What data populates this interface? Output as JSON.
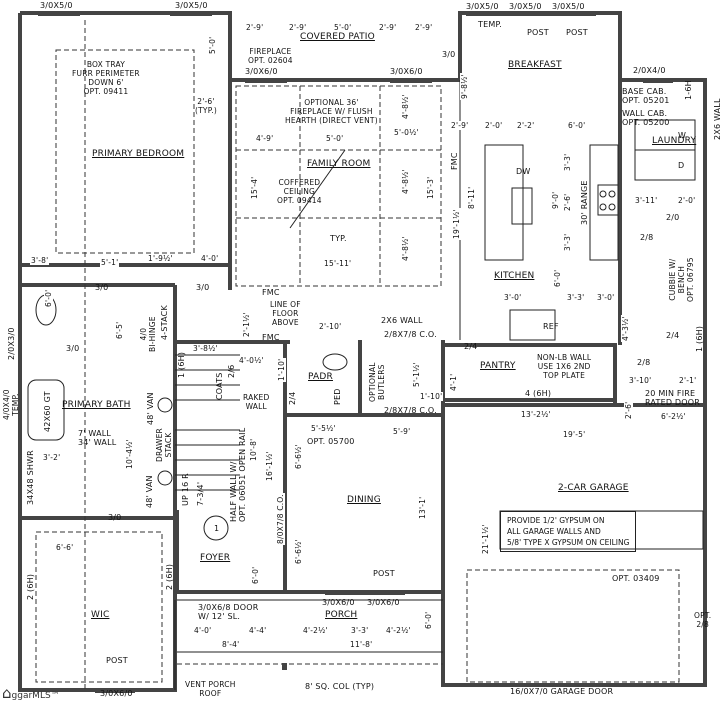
{
  "rooms": {
    "primary_bedroom": "PRIMARY BEDROOM",
    "covered_patio": "COVERED PATIO",
    "family_room": "FAMILY ROOM",
    "breakfast": "BREAKFAST",
    "kitchen": "KITCHEN",
    "laundry": "LAUNDRY",
    "primary_bath": "PRIMARY BATH",
    "padr": "PADR",
    "pantry": "PANTRY",
    "dining": "DINING",
    "garage": "2-CAR GARAGE",
    "foyer": "FOYER",
    "porch": "PORCH",
    "wic": "WIC"
  },
  "notes": {
    "box_tray": [
      "BOX TRAY",
      "FURR PERIMETER",
      "DOWN 6'",
      "OPT. 09411"
    ],
    "typ_26": [
      "2'-6'",
      "(TYP.)"
    ],
    "fireplace": [
      "FIREPLACE",
      "OPT. 02604"
    ],
    "optional_fireplace": [
      "OPTIONAL 36'",
      "FIREPLACE W/ FLUSH",
      "HEARTH (DIRECT VENT)"
    ],
    "coffered": [
      "COFFERED",
      "CEILING",
      "OPT. 09414"
    ],
    "typ": "TYP.",
    "temp": "TEMP.",
    "post_1": "POST",
    "post_2": "POST",
    "base_cab": [
      "BASE CAB.",
      "OPT. 05201"
    ],
    "wall_cab": [
      "WALL CAB.",
      "OPT. 05200"
    ],
    "washer": "W",
    "dryer": "D",
    "dw": "DW",
    "range": "30' RANGE",
    "ref": "REF",
    "cubbie": [
      "CUBBIE W/",
      "BENCH",
      "OPT. 06795"
    ],
    "wall_2x6_right": "2X6 WALL",
    "line_floor_above": [
      "LINE OF",
      "FLOOR",
      "ABOVE"
    ],
    "fmc_1": "FMC",
    "fmc_2": "FMC",
    "fmc_3": "FMC",
    "wall_2x6": "2X6 WALL",
    "co_1": "2/8X7/8 C.O.",
    "co_2": "2/8X7/8 C.O.",
    "ped": "PED",
    "butlers": [
      "OPTIONAL",
      "BUTLERS"
    ],
    "non_lb": [
      "NON-LB WALL",
      "USE 1X6 2ND",
      "TOP PLATE"
    ],
    "pantry_shelf": "4 (6H)",
    "fire_door": [
      "20 MIN FIRE",
      "RATED DOOR"
    ],
    "opt_05700": "OPT. 05700",
    "raked_wall": [
      "RAKED",
      "WALL"
    ],
    "coats": "COATS",
    "half_wall": [
      "HALF WALL W/",
      "OPT. 06051 OPEN RAIL"
    ],
    "up_stairs": "UP 16 R",
    "stair_rise": "7-3/4'",
    "wall_7_34": [
      "7' WALL",
      "34' WALL"
    ],
    "tub": "42X60 GT",
    "shower": "34X48 SHWR",
    "van_1": "48' VAN",
    "van_2": "48' VAN",
    "drawer_stack": [
      "DRAWER",
      "STACK"
    ],
    "bi_hinge": [
      "4/0",
      "BI-HINGE"
    ],
    "stack_4": "4-STACK",
    "gypsum": [
      "PROVIDE 1/2' GYPSUM ON",
      "ALL GARAGE WALLS AND",
      "5/8' TYPE X GYPSUM ON CEILING"
    ],
    "post_foyer": "POST",
    "opt_03409": "OPT. 03409",
    "opt_28": [
      "OPT.",
      "2/8"
    ],
    "front_door": [
      "3/0X6/8 DOOR",
      "W/ 12' SL."
    ],
    "post_wic": "POST",
    "vent_porch": [
      "VENT PORCH",
      "ROOF"
    ],
    "col": "8' SQ. COL (TYP)",
    "garage_door": "16/0X7/0 GARAGE DOOR",
    "shelf_wic_1": "2 (6H)",
    "shelf_wic_2": "2 (6H)",
    "shelf_cubbie": "1 (6H)",
    "shelf_laundry": "1-6H",
    "shelf_stairs": "1 (6H)",
    "temp_window": [
      "4/0X4/0",
      "TEMP."
    ],
    "section_marker": "1"
  },
  "openings": {
    "w_bed_1": "3/0X5/0",
    "w_bed_2": "3/0X5/0",
    "w_bk_1": "3/0X5/0",
    "w_bk_2": "3/0X5/0",
    "w_bk_3": "3/0X5/0",
    "w_fam_1": "3/0X6/0",
    "w_fam_2": "3/0X6/0",
    "w_laundry": "2/0X4/0",
    "w_bath": "2/0X3/0",
    "w_dining_1": "3/0X6/0",
    "w_dining_2": "3/0X6/0",
    "w_wic": "3/0X6/0",
    "d_patio": "3/0",
    "d_bed": "3/0",
    "d_bath": "3/0",
    "d_wc": "3/0",
    "d_wic": "3/0",
    "d_pantry": "2/4",
    "d_padr": "2/4",
    "d_coats": "2/6",
    "d_cubbie": "2/4",
    "d_garage": "2/8",
    "d_laundry": "2/8",
    "d_closet": "2/0"
  },
  "dimensions": [
    "2'-9'",
    "2'-9'",
    "5'-0'",
    "2'-9'",
    "2'-9'",
    "5'-0'",
    "4'-9'",
    "5'-0'",
    "5'-0½'",
    "15'-4'",
    "15'-11'",
    "15'-3'",
    "4'-8½'",
    "4'-8½'",
    "4'-8½'",
    "3'-8'",
    "5'-1'",
    "1'-9½'",
    "4'-0'",
    "2'-9'",
    "2'-0'",
    "2'-2'",
    "6'-0'",
    "19'-1½'",
    "8'-11'",
    "9'-8½'",
    "3'-3'",
    "2'-6'",
    "3'-3'",
    "9'-0'",
    "6'-0'",
    "3'-0'",
    "3'-3'",
    "3'-0'",
    "3'-11'",
    "2'-0'",
    "6'-5'",
    "3'-8½'",
    "4'-0½'",
    "10'-8'",
    "16'-1½'",
    "8/0X7/8 C.O.",
    "6'-0'",
    "6'-6½'",
    "6'-6½'",
    "5'-5½'",
    "13'-1'",
    "5'-1½'",
    "1'-10'",
    "5'-9'",
    "13'-2½'",
    "6'-2½'",
    "19'-5'",
    "21'-1½'",
    "3'-10'",
    "2'-1'",
    "2'-6'",
    "10'-4½'",
    "3'-2'",
    "6'-6'",
    "4'-0'",
    "4'-4'",
    "8'-4'",
    "4'-2½'",
    "3'-3'",
    "4'-2½'",
    "11'-8'",
    "6'-0'",
    "2'-1½'",
    "1'-10'",
    "4'-3½'",
    "6'-0'",
    "2'-10'",
    "4'-1'"
  ],
  "watermark": "ggarMLS™"
}
